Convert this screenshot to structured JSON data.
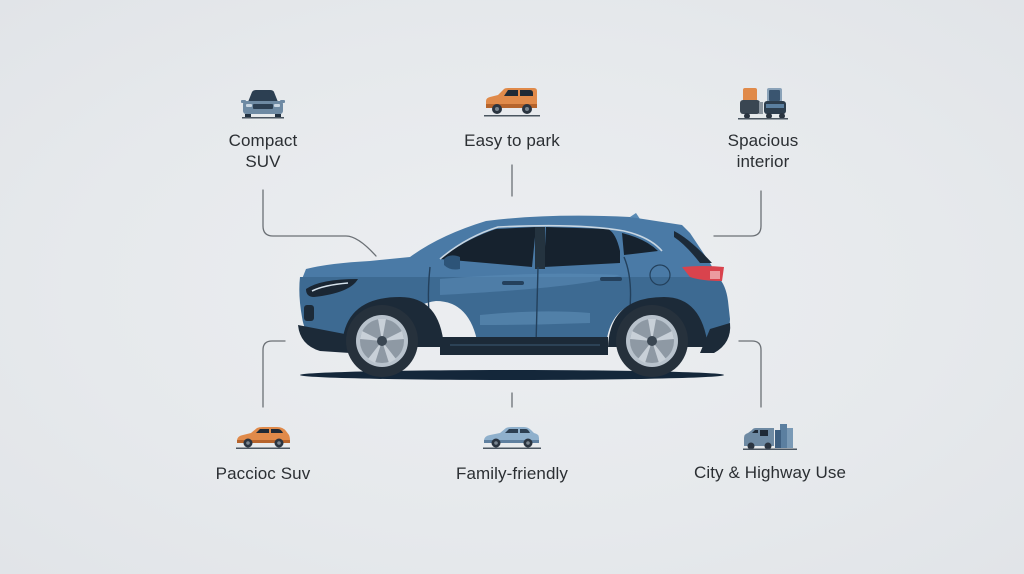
{
  "diagram": {
    "type": "infographic",
    "subject": "compact-suv-side-view",
    "colors": {
      "background": "#e6e9ec",
      "car_body": "#3d6a92",
      "car_body_light": "#5a8bb5",
      "car_dark": "#1c2a38",
      "connector_line": "#6b7075",
      "label_text": "#2b2f33",
      "tail_light": "#d9434d",
      "accent_orange": "#e08a4a"
    }
  },
  "features": {
    "top_left": {
      "label": "Compact\nSUV",
      "icon": "suv-front-icon"
    },
    "top_center": {
      "label": "Easy to park",
      "icon": "orange-suv-icon"
    },
    "top_right": {
      "label": "Spacious\ninterior",
      "icon": "car-seats-icon"
    },
    "bottom_left": {
      "label": "Paccioc Suv",
      "icon": "orange-crossover-icon"
    },
    "bottom_center": {
      "label": "Family-friendly",
      "icon": "blue-sedan-icon"
    },
    "bottom_right": {
      "label": "City & Highway Use",
      "icon": "van-city-icon"
    }
  }
}
